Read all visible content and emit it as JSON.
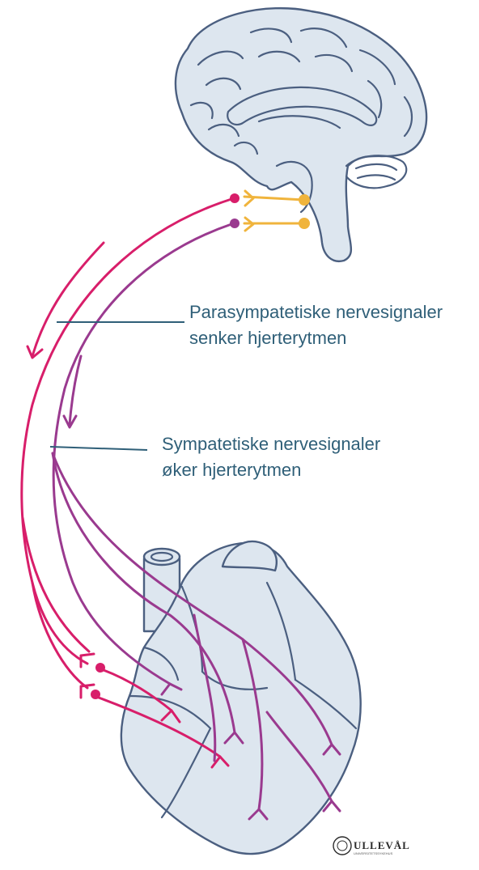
{
  "labels": {
    "parasympathetic_line1": "Parasympatetiske nervesignaler",
    "parasympathetic_line2": "senker hjerterytmen",
    "sympathetic_line1": "Sympatetiske nervesignaler",
    "sympathetic_line2": "øker hjerterytmen"
  },
  "logo": {
    "text": "ULLEVÅL",
    "subtext": "UNIVERSITETSSYKEHUS"
  },
  "colors": {
    "parasympathetic": "#d81e6a",
    "sympathetic": "#9a3a8f",
    "brainstem_neurons": "#f0b43c",
    "organ_fill": "#dde6ef",
    "organ_outline": "#4b5f80",
    "label_text": "#2f5f78"
  }
}
